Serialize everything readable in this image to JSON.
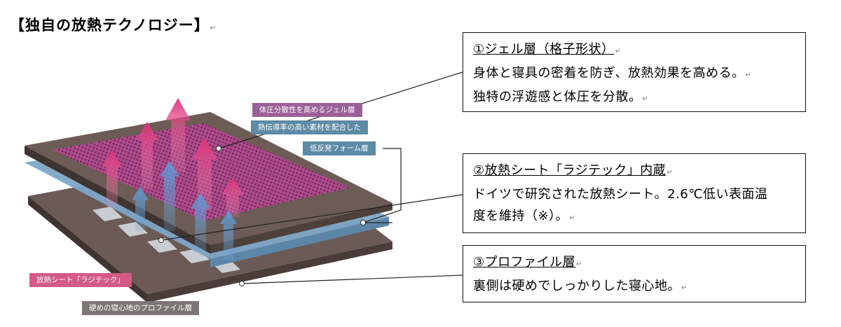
{
  "title": "【独自の放熱テクノロジー】",
  "paragraph_mark": "↵",
  "diagram_labels": {
    "gel_layer": "体圧分散性を高めるジェル層",
    "sheet_info": "熱伝導率の高い素材を配合した",
    "foam_layer": "低反発フォーム層",
    "radiation_sheet": "放熱シート「ラジテック」",
    "profile_layer": "硬めの寝心地のプロファイル層"
  },
  "callouts": [
    {
      "heading": "①ジェル層（格子形状）",
      "lines": [
        "身体と寝具の密着を防ぎ、放熱効果を高める。",
        "独特の浮遊感と体圧を分散。"
      ]
    },
    {
      "heading": "②放熱シート「ラジテック」内蔵",
      "lines": [
        "ドイツで研究された放熱シート。2.6℃低い表面温",
        "度を維持（※）。"
      ]
    },
    {
      "heading": "③プロファイル層",
      "lines": [
        "裏側は硬めでしっかりした寝心地。"
      ]
    }
  ],
  "colors": {
    "mattress_top": "#6d5b55",
    "gel_grid": "#a0407e",
    "blue_sheet": "#7ea6c8",
    "profile_layer": "#6b5a55",
    "arrow_pink": "#e0588a",
    "arrow_blue": "#6fa6d8"
  }
}
